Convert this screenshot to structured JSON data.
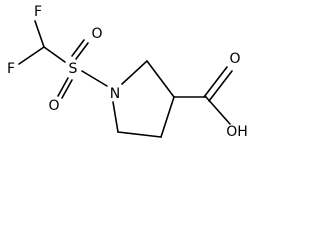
{
  "molecule": {
    "atoms": {
      "f_top": "F",
      "f_left": "F",
      "sulfur": "S",
      "o_sulfonyl_top": "O",
      "o_sulfonyl_bottom": "O",
      "nitrogen": "N",
      "o_carbonyl": "O",
      "hydroxyl": "OH"
    }
  }
}
